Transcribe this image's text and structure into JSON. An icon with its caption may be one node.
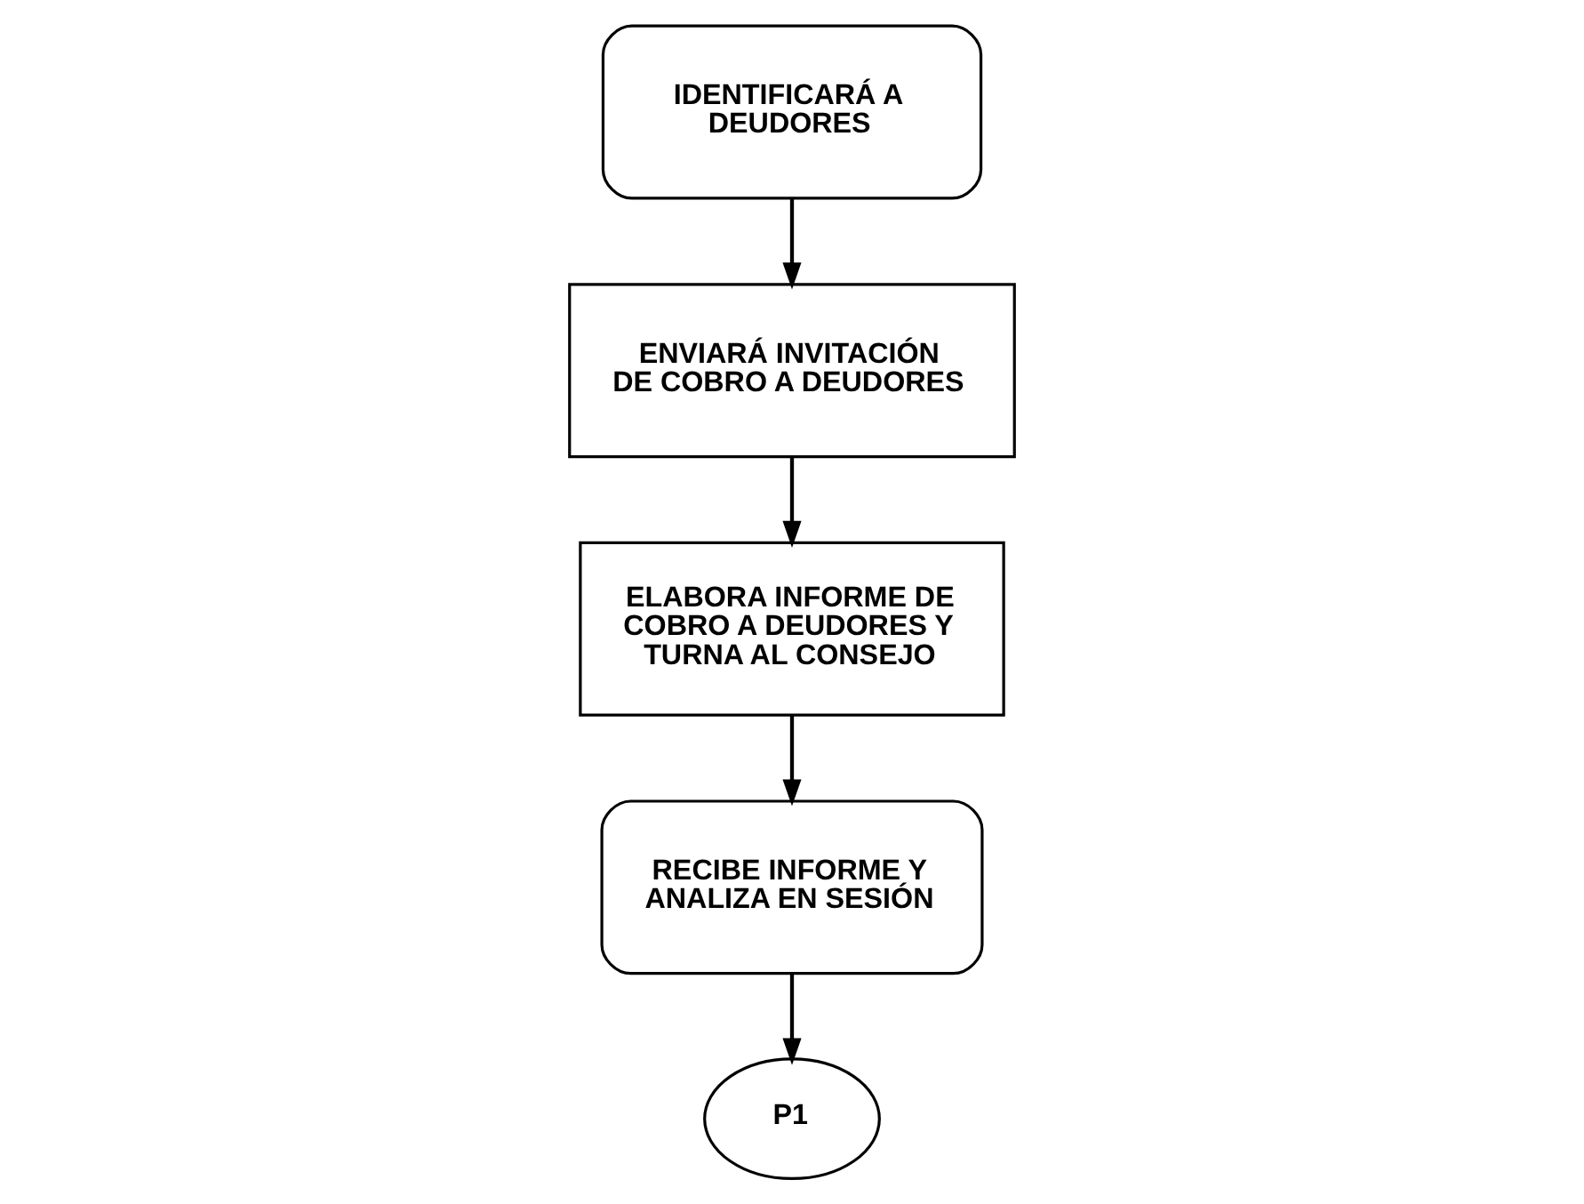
{
  "diagram": {
    "nodes": [
      {
        "text": [
          "IDENTIFICARÁ A DEUDORES"
        ]
      },
      {
        "text": [
          "ENVIARÁ INVITACIÓN DE COBRO A DEUDORES"
        ]
      },
      {
        "text": [
          "ELABORA INFORME DE COBRO A DEUDORES Y TURNA AL CONSEJO"
        ]
      },
      {
        "text": [
          "RECIBE INFORME Y ANALIZA EN SESIÓN"
        ]
      },
      {
        "text": [
          "P1"
        ]
      }
    ],
    "edges": [
      {
        "from": 0,
        "to": 1,
        "arrow": "to"
      },
      {
        "from": 1,
        "to": 2,
        "arrow": "to"
      },
      {
        "from": 2,
        "to": 3,
        "arrow": "to"
      },
      {
        "from": 3,
        "to": 4,
        "arrow": "to"
      }
    ]
  }
}
